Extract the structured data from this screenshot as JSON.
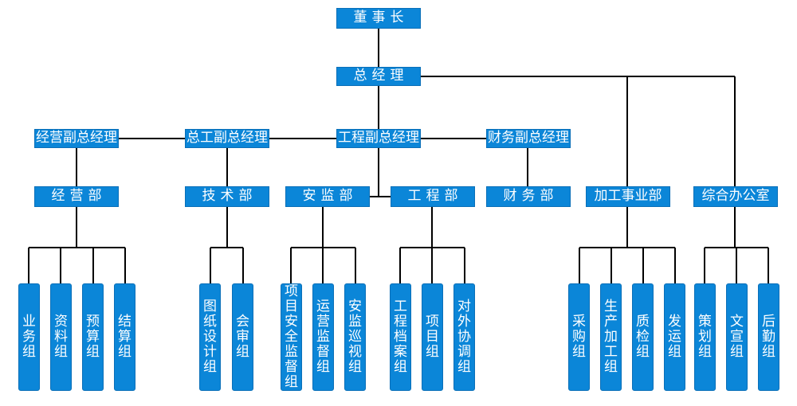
{
  "top": {
    "chairman": "董事长",
    "gm": "总经理"
  },
  "vps": {
    "ops": "经营副总经理",
    "eng_chief": "总工副总经理",
    "project": "工程副总经理",
    "finance": "财务副总经理"
  },
  "depts": {
    "jingying": "经营部",
    "jishu": "技术部",
    "anjian": "安监部",
    "gongcheng": "工程部",
    "caiwu": "财务部",
    "jiagong": "加工事业部",
    "zonghe": "综合办公室"
  },
  "groups": {
    "jingying": [
      "业务组",
      "资料组",
      "预算组",
      "结算组"
    ],
    "jishu": [
      "图纸设计组",
      "会审组"
    ],
    "anjian": [
      "项目安全监督组",
      "运营监督组",
      "安监巡视组"
    ],
    "gongcheng": [
      "工程档案组",
      "项目组",
      "对外协调组"
    ],
    "jiagong": [
      "采购组",
      "生产加工组",
      "质检组",
      "发运组"
    ],
    "zonghe": [
      "策划组",
      "文宣组",
      "后勤组"
    ]
  },
  "colors": {
    "box_fill": "#0b86d8",
    "line": "#000000"
  }
}
